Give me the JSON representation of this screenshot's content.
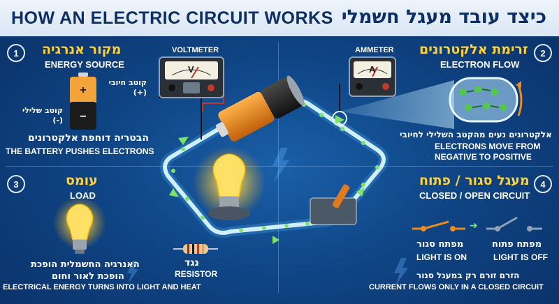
{
  "header": {
    "title_en": "HOW AN ELECTRIC CIRCUIT WORKS",
    "title_he": "כיצד עובד מעגל חשמלי"
  },
  "sections": {
    "energy_source": {
      "number": "1",
      "title_he": "מקור אנרגיה",
      "title_en": "ENERGY SOURCE",
      "positive_he": "קוטב חיובי (+)",
      "negative_he": "קוטב שלילי (-)",
      "caption_he": "הבטריה דוחפת אלקטרונים",
      "caption_en": "THE BATTERY PUSHES ELECTRONS"
    },
    "electron_flow": {
      "number": "2",
      "title_he": "זרימת אלקטרונים",
      "title_en": "ELECTRON FLOW",
      "caption_he": "אלקטרונים נעים מהקטב השלילי לחיובי",
      "caption_en_1": "ELECTRONS MOVE FROM",
      "caption_en_2": "NEGATIVE TO POSITIVE"
    },
    "load": {
      "number": "3",
      "title_he": "עומס",
      "title_en": "LOAD",
      "caption_he_1": "האנרגיה החשמלית הופכת",
      "caption_he_2": "הופכת לאור וחום",
      "caption_en": "ELECTRICAL ENERGY TURNS INTO LIGHT AND HEAT"
    },
    "circuit": {
      "number": "4",
      "title_he": "מעגל סגור / פתוח",
      "title_en": "CLOSED / OPEN CIRCUIT",
      "closed_he": "מפתח סגור",
      "closed_en": "LIGHT IS ON",
      "open_he": "מפתח פתוח",
      "open_en": "LIGHT IS OFF",
      "caption_he": "הזרם זורם רק במעגל סגור",
      "caption_en": "CURRENT FLOWS ONLY IN A CLOSED CIRCUIT"
    }
  },
  "components": {
    "voltmeter_label": "VOLTMETER",
    "ammeter_label": "AMMETER",
    "voltmeter_symbol": "V",
    "ammeter_symbol": "A",
    "resistor_he": "נגד",
    "resistor_en": "RESISTOR"
  },
  "colors": {
    "accent_yellow": "#ffd23c",
    "battery_orange": "#f08a1c",
    "wire_glow": "#9fe6ff",
    "electron_green": "#7ee26a",
    "navy": "#0d2f63"
  }
}
